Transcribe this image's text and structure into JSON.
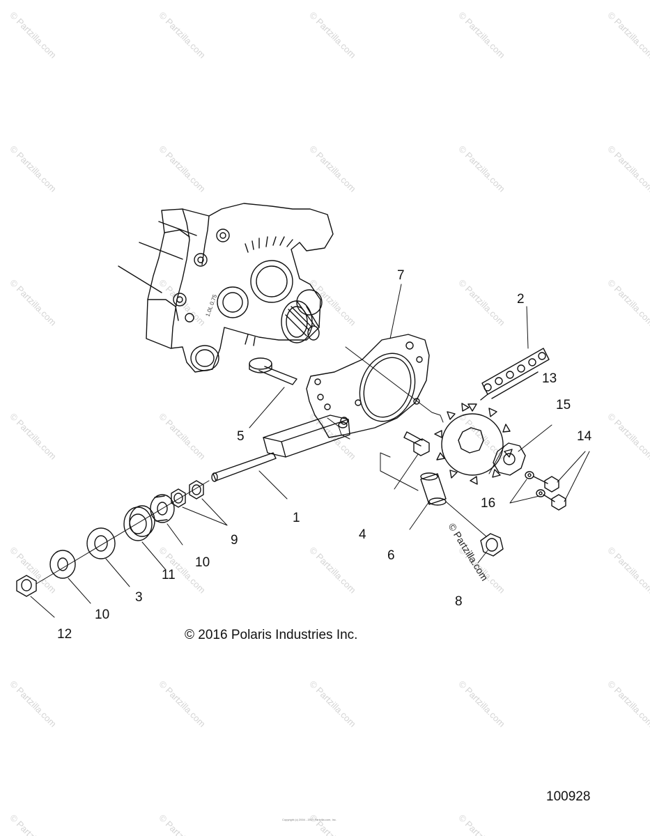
{
  "watermark": {
    "text": "© Partzilla.com"
  },
  "callouts": [
    "1",
    "2",
    "3",
    "4",
    "5",
    "6",
    "7",
    "8",
    "9",
    "10",
    "10",
    "11",
    "12",
    "13",
    "14",
    "15",
    "16"
  ],
  "copyright": "© 2016 Polaris Industries Inc.",
  "brand_mark": "© Partzilla.com",
  "drawing_number": "100928",
  "footer_note": "Copyright (c) 2004 - 2017 Partzilla.com, Inc."
}
